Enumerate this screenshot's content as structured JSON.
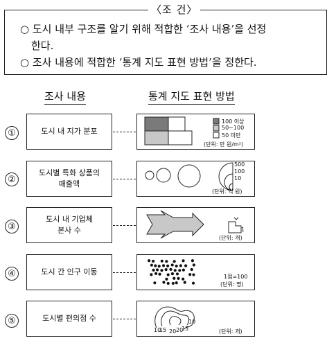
{
  "conditions": {
    "title": "〈조 건〉",
    "bullet": "○",
    "line1": "도시 내부 구조를 알기 위해 적합한 ‘조사 내용’을 선정",
    "line1_cont": "한다.",
    "line2": "조사 내용에 적합한 ‘통계 지도 표현 방법’을 정한다."
  },
  "headers": {
    "content": "조사 내용",
    "method": "통계 지도 표현 방법"
  },
  "rows": [
    {
      "num": "①",
      "content": "도시 내 지가 분포",
      "legend": [
        "100 이상",
        "50~100",
        "50 미만"
      ],
      "legend_colors": [
        "#7a7a7a",
        "#c8c8c8",
        "#ffffff"
      ],
      "unit": "(단위: 만 원/m²)",
      "map_type": "choropleth"
    },
    {
      "num": "②",
      "content": "도시별 특화 상품의\n매출액",
      "legend": [
        "500",
        "100",
        "10"
      ],
      "unit": "(단위: 억 원)",
      "map_type": "graduated-circles"
    },
    {
      "num": "③",
      "content": "도시 내 기업체\n본사 수",
      "legend_value": "1",
      "unit": "(단위: 개)",
      "map_type": "flow-arrow"
    },
    {
      "num": "④",
      "content": "도시 간 인구 이동",
      "legend_value": "1점=100",
      "unit": "(단위: 명)",
      "map_type": "dot-map"
    },
    {
      "num": "⑤",
      "content": "도시별 편의점 수",
      "contour_labels": [
        "10",
        "15",
        "20",
        "20",
        "15",
        "10"
      ],
      "unit": "(단위: 개)",
      "map_type": "isoline"
    }
  ]
}
